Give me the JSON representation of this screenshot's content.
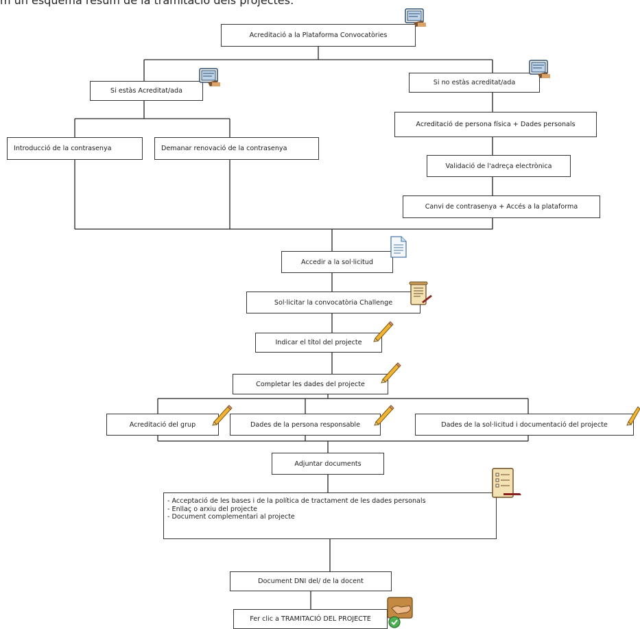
{
  "intro": "m un esquema resum de la tramitació dels projectes:",
  "steps": {
    "acreditacio_plataforma": "Acreditació a la  Plataforma Convocatòries",
    "si_acreditat": "Si estàs Acreditat/ada",
    "si_no_acreditat": "Si no estàs acreditat/ada",
    "introduccio_contrasenya": "Introducció  de la contrasenya",
    "renovacio_contrasenya": "Demanar renovació de la contrasenya",
    "acreditacio_persona": "Acreditació de persona física + Dades personals",
    "validacio_adreca": "Validació de l'adreça electrònica",
    "canvi_contrasenya": "Canvi de contrasenya + Accés a la plataforma",
    "accedir_sollicitud": "Accedir a la sol·licitud",
    "sollicitar_convocatoria": "Sol·licitar la convocatòria Challenge",
    "indicar_titol": "Indicar el títol del projecte",
    "completar_dades": "Completar les dades del projecte",
    "acreditacio_grup": "Acreditació del grup",
    "dades_responsable": "Dades de la persona responsable",
    "dades_sollicitud": "Dades de la sol·licitud i documentació del projecte",
    "adjuntar_documents": "Adjuntar documents",
    "documents_list": [
      "- Acceptació de les bases i de la política de tractament de les dades personals",
      "- Enllaç o arxiu del projecte",
      "- Document complementari al projecte"
    ],
    "document_dni": "Document DNI del/ de la docent",
    "fer_clic": "Fer clic a TRAMITACIÓ DEL PROJECTE"
  },
  "icons": [
    "computer-screen-icon",
    "document-icon",
    "form-scroll-icon",
    "pencil-icon",
    "checklist-icon",
    "hand-approval-icon"
  ]
}
